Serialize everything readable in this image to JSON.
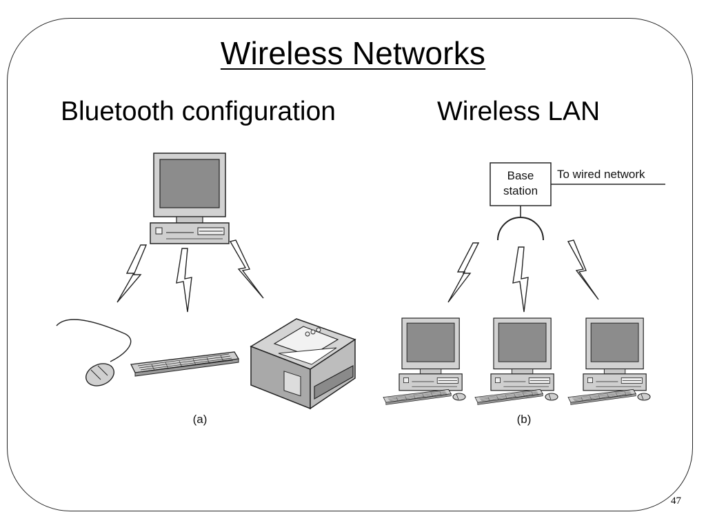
{
  "slide": {
    "title": "Wireless Networks",
    "left_heading": "Bluetooth configuration",
    "right_heading": "Wireless LAN",
    "page_number": "47"
  },
  "diagram_a": {
    "caption": "(a)",
    "devices": [
      "computer",
      "mouse",
      "keyboard",
      "printer"
    ]
  },
  "diagram_b": {
    "caption": "(b)",
    "base_station_line1": "Base",
    "base_station_line2": "station",
    "wired_label": "To wired network",
    "clients": 3
  }
}
